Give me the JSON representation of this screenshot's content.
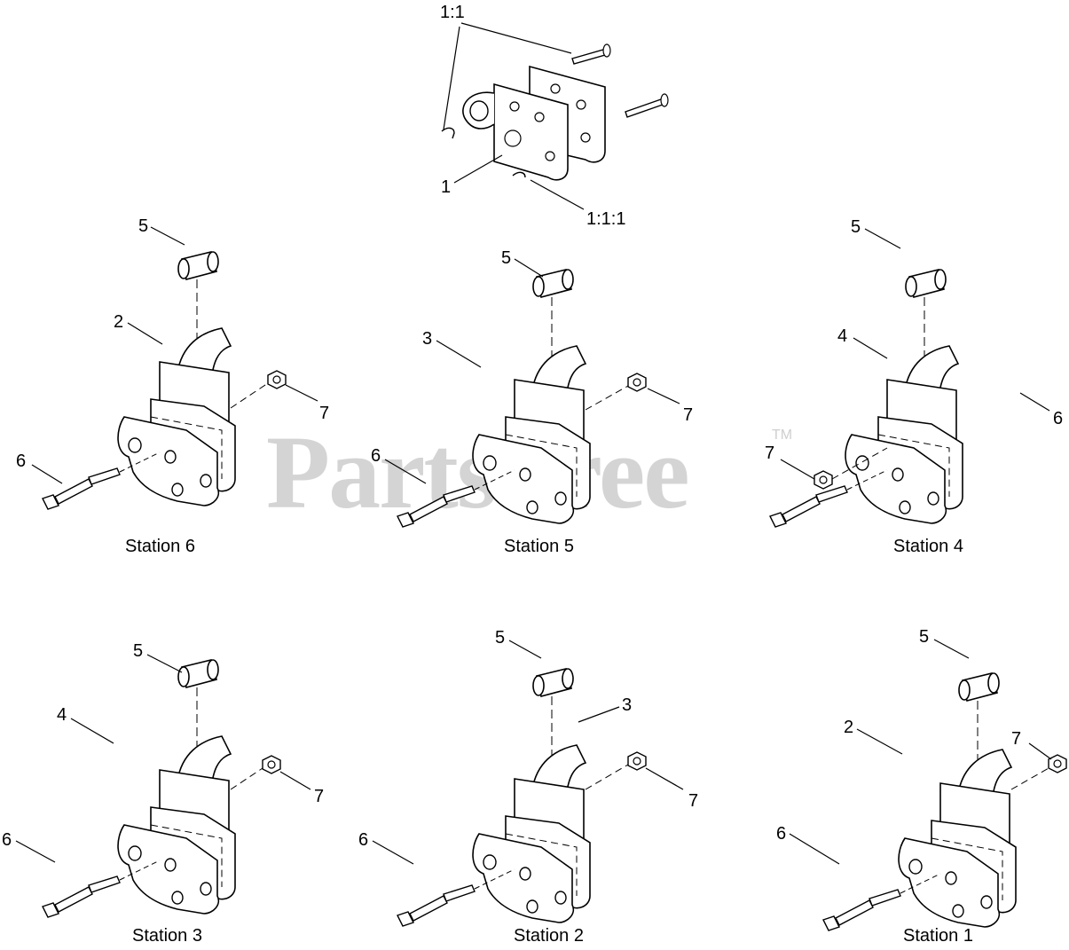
{
  "watermark": {
    "text": "PartsTree",
    "tm": "TM"
  },
  "assembly": {
    "callouts": {
      "main": "1",
      "sub": "1:1",
      "subsub": "1:1:1"
    }
  },
  "stations": [
    {
      "name": "Station 6",
      "callouts": [
        "5",
        "2",
        "7",
        "6"
      ]
    },
    {
      "name": "Station 5",
      "callouts": [
        "5",
        "3",
        "7",
        "6"
      ]
    },
    {
      "name": "Station 4",
      "callouts": [
        "5",
        "4",
        "6",
        "7"
      ]
    },
    {
      "name": "Station 3",
      "callouts": [
        "5",
        "4",
        "7",
        "6"
      ]
    },
    {
      "name": "Station 2",
      "callouts": [
        "5",
        "3",
        "7",
        "6"
      ]
    },
    {
      "name": "Station 1",
      "callouts": [
        "5",
        "2",
        "7",
        "6"
      ]
    }
  ]
}
